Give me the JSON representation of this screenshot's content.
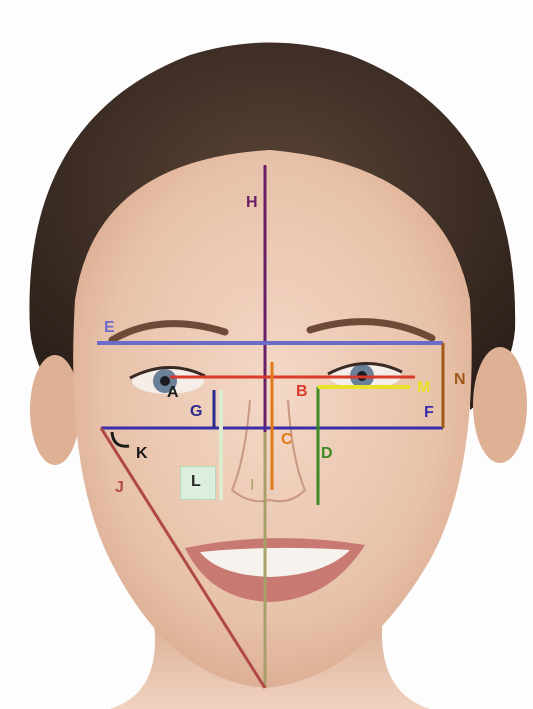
{
  "labels": {
    "A": "A",
    "B": "B",
    "C": "C",
    "D": "D",
    "E": "E",
    "F": "F",
    "G": "G",
    "H": "H",
    "I": "I",
    "J": "J",
    "K": "K",
    "L": "L",
    "M": "M",
    "N": "N"
  },
  "colors": {
    "A": "#1a1a1a",
    "B": "#d93a2a",
    "C": "#e07a1a",
    "D": "#3c8a22",
    "E": "#6b6bc8",
    "F": "#3a2ea8",
    "G": "#2a2a8a",
    "H": "#6a1e6a",
    "I": "#a8a06a",
    "J": "#b04848",
    "K": "#1a1a1a",
    "L": "#2a2a2a",
    "M": "#e8e22a",
    "N": "#a05a18"
  },
  "icons": {
    "angle_marker": "arc-icon"
  }
}
